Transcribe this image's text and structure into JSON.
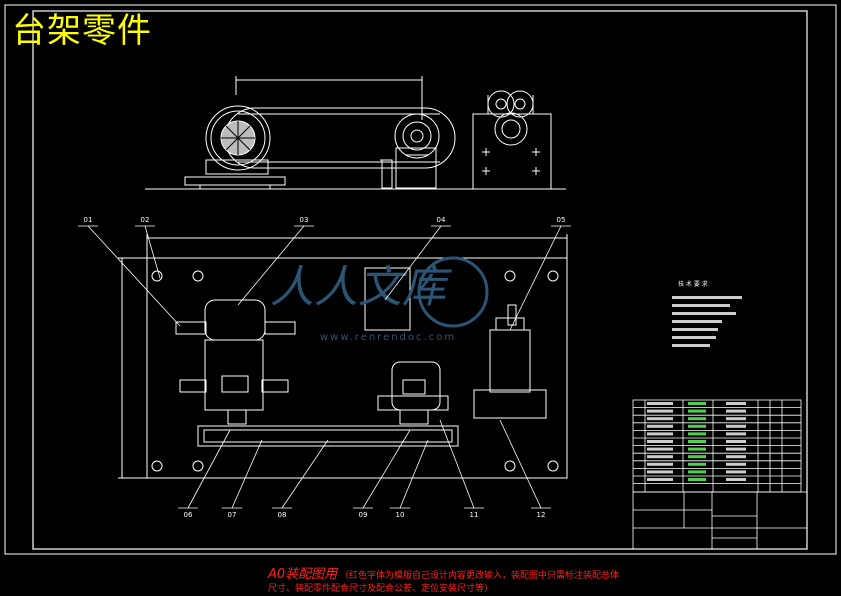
{
  "title": "台架零件",
  "watermark": {
    "main": "人人文库",
    "url": "www.renrendoc.com"
  },
  "caption": {
    "main": "A0装配图用",
    "line1": "（红色字体为模版自己设计内容更改输入，装配图中只需标注装配总体",
    "line2": "尺寸、装配零件配合尺寸及配合公差、定位安装尺寸等）"
  },
  "balloons": [
    "01",
    "02",
    "03",
    "04",
    "05",
    "06",
    "07",
    "08",
    "09",
    "10",
    "11",
    "12"
  ],
  "tech_req_title": "技 术 要 求",
  "colors": {
    "line": "#ffffff",
    "title": "#ffff00",
    "caption": "#ff2020",
    "watermark": "#3a6f9c",
    "cyan": "#5fd0e0",
    "green": "#4fd04f"
  }
}
